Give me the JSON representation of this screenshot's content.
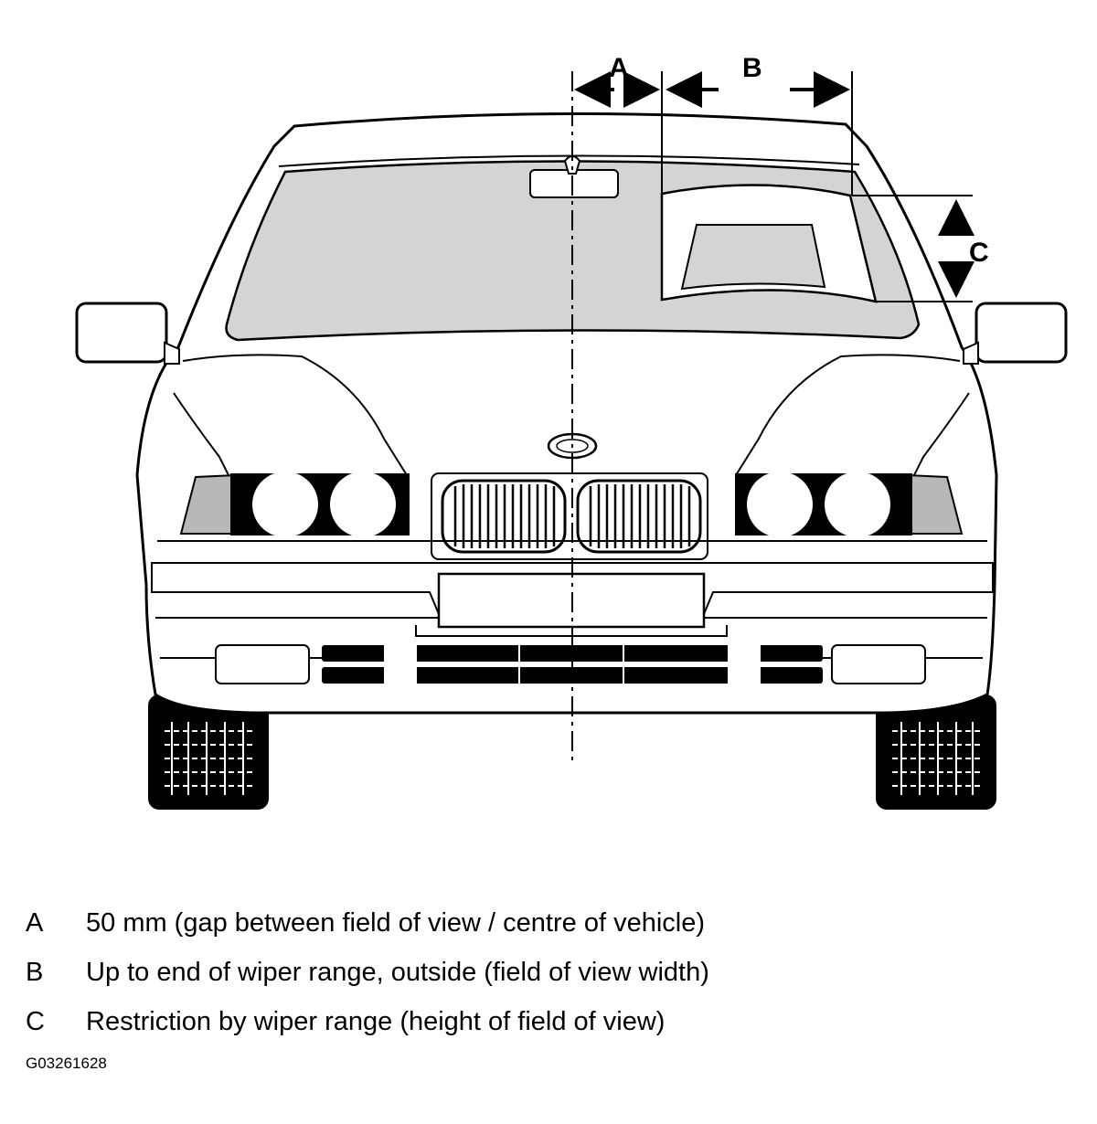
{
  "diagram": {
    "dimension_labels": {
      "a": "A",
      "b": "B",
      "c": "C"
    }
  },
  "legend": [
    {
      "key": "A",
      "text": "50 mm (gap between field of view / centre of vehicle)"
    },
    {
      "key": "B",
      "text": "Up to end of wiper range, outside (field of view width)"
    },
    {
      "key": "C",
      "text": "Restriction by wiper range (height of field of view)"
    }
  ],
  "figure_code": "G03261628",
  "colors": {
    "line": "#000000",
    "glass": "#d4d4d4",
    "body": "#ffffff",
    "lamp_lens": "#b8b8b8"
  }
}
